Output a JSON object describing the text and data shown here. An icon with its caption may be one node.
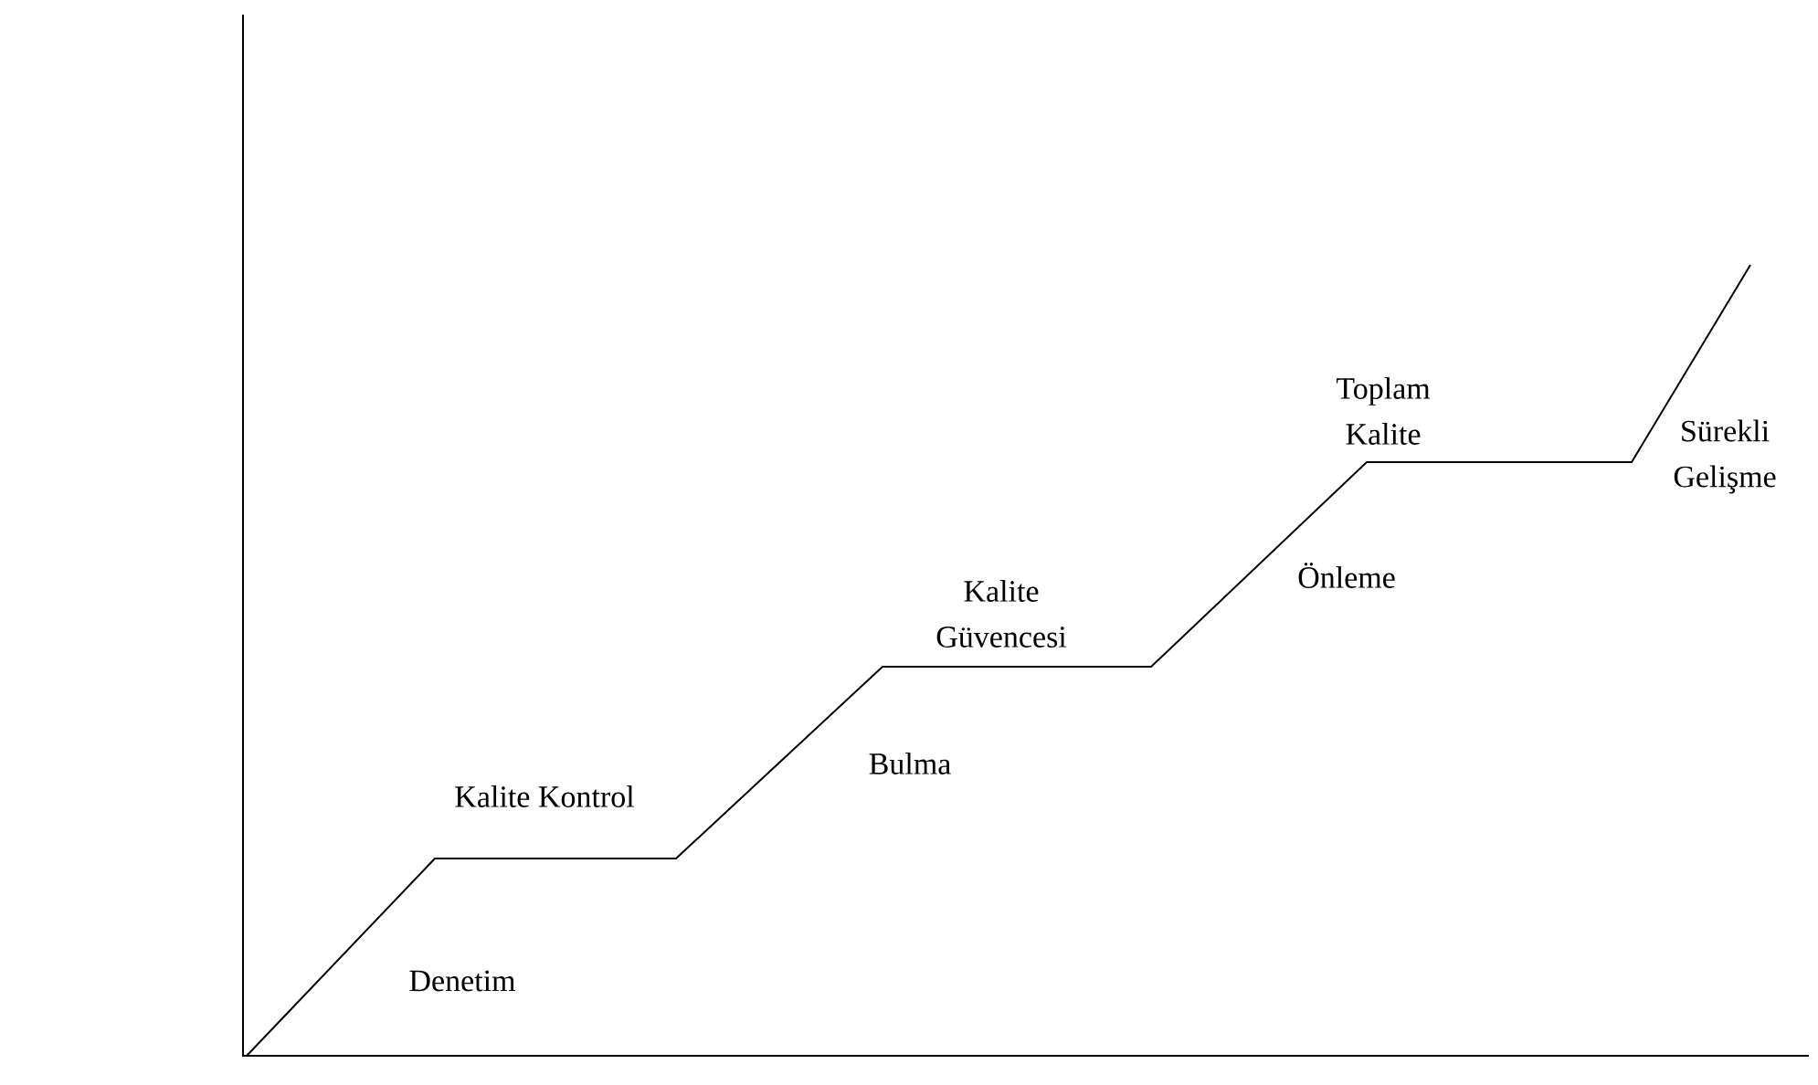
{
  "diagram": {
    "labels": [
      "Kalite Kontrol",
      "Denetim",
      "Kalite Güvencesi",
      "Bulma",
      "Toplam Kalite",
      "Önleme",
      "Sürekli Gelişme"
    ]
  }
}
